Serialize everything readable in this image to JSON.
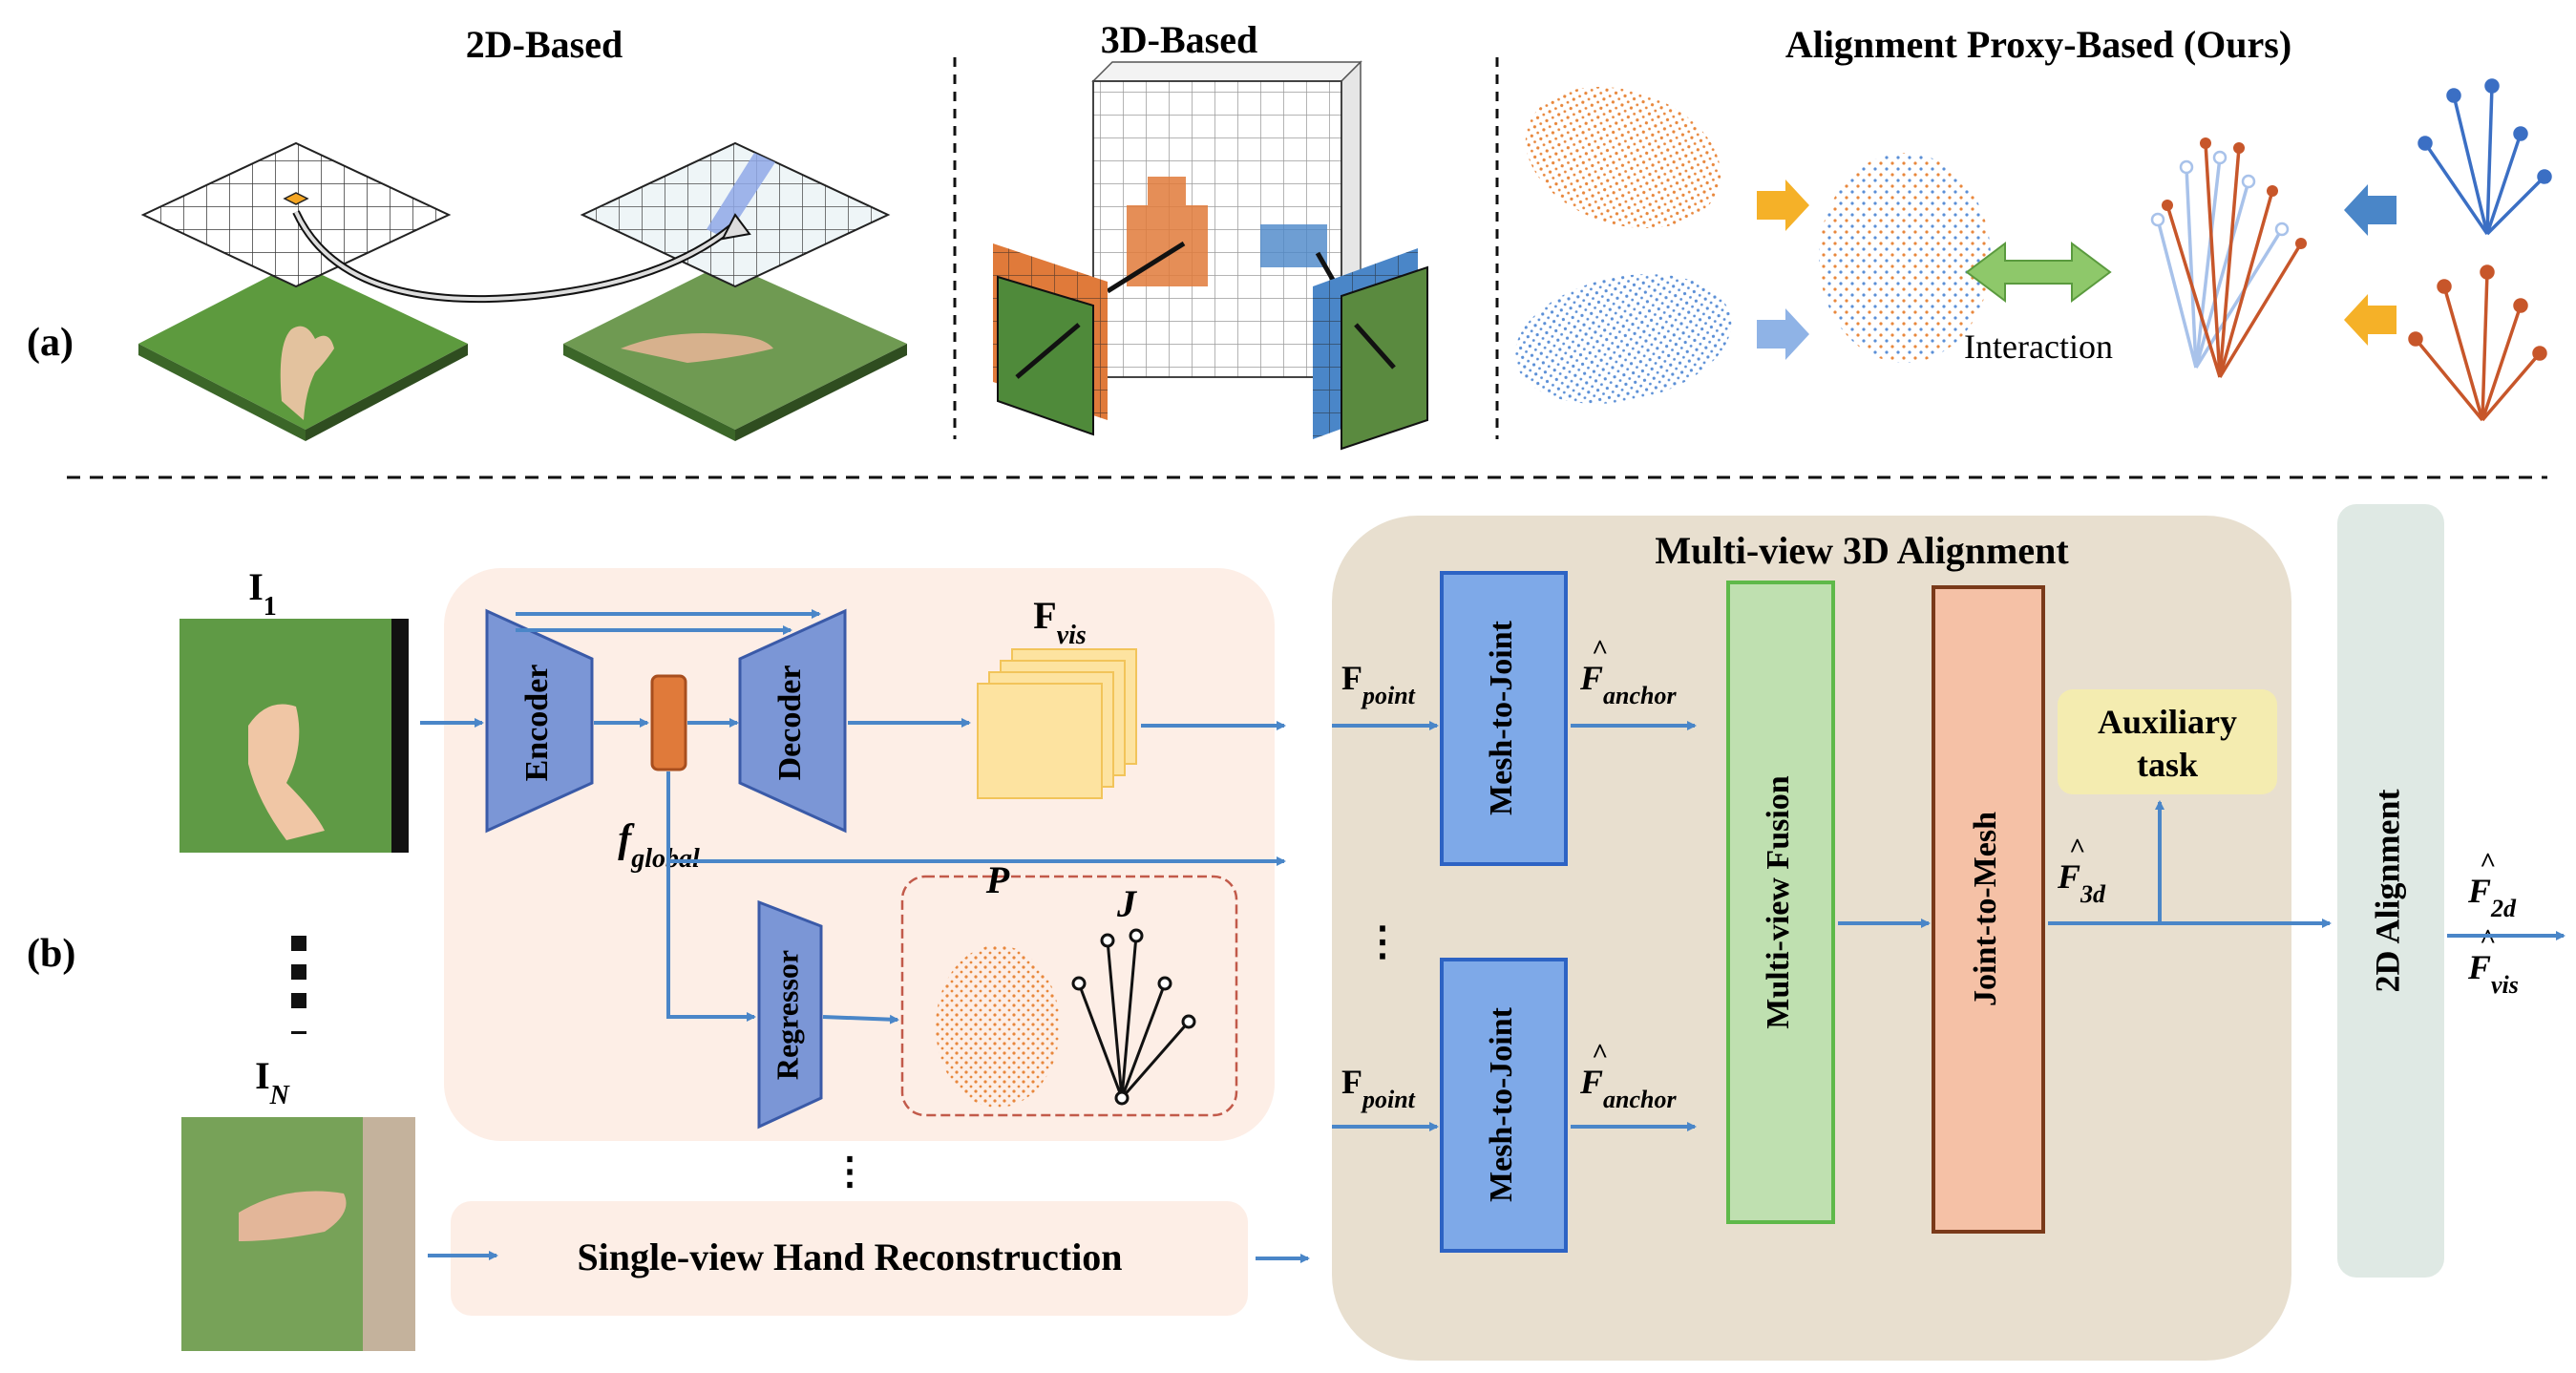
{
  "panel_a": {
    "label": "(a)",
    "titles": {
      "two_d": "2D-Based",
      "three_d": "3D-Based",
      "proxy": "Alignment Proxy-Based (Ours)"
    },
    "interaction_label": "Interaction"
  },
  "panel_b": {
    "label": "(b)",
    "inputs": {
      "first_base": "I",
      "first_sub": "1",
      "last_base": "I",
      "last_sub": "N"
    },
    "single_view": {
      "encoder": "Encoder",
      "decoder": "Decoder",
      "regressor": "Regressor",
      "f_global_base": "f",
      "f_global_sub": "global",
      "f_vis_base": "F",
      "f_vis_sub": "vis",
      "p_label": "P",
      "j_label": "J",
      "box_label": "Single-view Hand Reconstruction"
    },
    "multi_view": {
      "title": "Multi-view 3D Alignment",
      "mesh_to_joint": "Mesh-to-Joint",
      "multi_view_fusion": "Multi-view Fusion",
      "joint_to_mesh": "Joint-to-Mesh",
      "auxiliary_line1": "Auxiliary",
      "auxiliary_line2": "task",
      "f_point_base": "F",
      "f_point_sub": "point",
      "f_anchor_base": "F",
      "f_anchor_sub": "anchor",
      "f_3d_base": "F",
      "f_3d_sub": "3d"
    },
    "alignment_2d": "2D Alignment",
    "outputs": {
      "f2d_base": "F",
      "f2d_sub": "2d",
      "fvis_base": "F",
      "fvis_sub": "vis"
    }
  },
  "colors": {
    "arrow_blue": "#4a86c8",
    "block_blue": "#7b96d6",
    "block_blue_border": "#3a5aa8",
    "single_view_bg": "#fdeee6",
    "multi_view_bg": "#e8dfcf",
    "mesh_joint_fill": "#7ea9e8",
    "fusion_fill": "#bfe0b0",
    "joint_mesh_fill": "#f5c1a6",
    "auxiliary_fill": "#f4ecb0",
    "align2d_fill": "#dfe9e4",
    "orange": "#e8873c",
    "blue": "#5b8fd6",
    "green": "#7fb56a"
  }
}
